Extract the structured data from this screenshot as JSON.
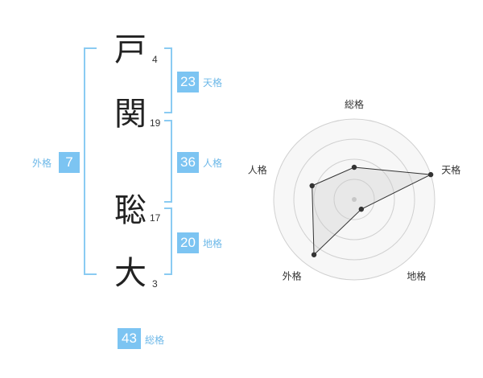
{
  "name": {
    "chars": [
      {
        "char": "戸",
        "strokes": "4"
      },
      {
        "char": "関",
        "strokes": "19"
      },
      {
        "char": "聡",
        "strokes": "17"
      },
      {
        "char": "大",
        "strokes": "3"
      }
    ]
  },
  "kakusu": {
    "tenkaku": {
      "value": "23",
      "label": "天格"
    },
    "jinkaku": {
      "value": "36",
      "label": "人格"
    },
    "chikaku": {
      "value": "20",
      "label": "地格"
    },
    "gaikaku": {
      "value": "7",
      "label": "外格"
    },
    "soukaku": {
      "value": "43",
      "label": "総格"
    }
  },
  "colors": {
    "accent": "#7cc4f2",
    "label": "#6db8e8",
    "bracket": "#8acbf2"
  },
  "chart_data": {
    "type": "radar",
    "axes": [
      "総格",
      "天格",
      "地格",
      "外格",
      "人格"
    ],
    "values": [
      0.4,
      1.0,
      0.15,
      0.85,
      0.55
    ],
    "rlim": [
      0,
      1
    ],
    "rings": 4,
    "grid": true
  }
}
